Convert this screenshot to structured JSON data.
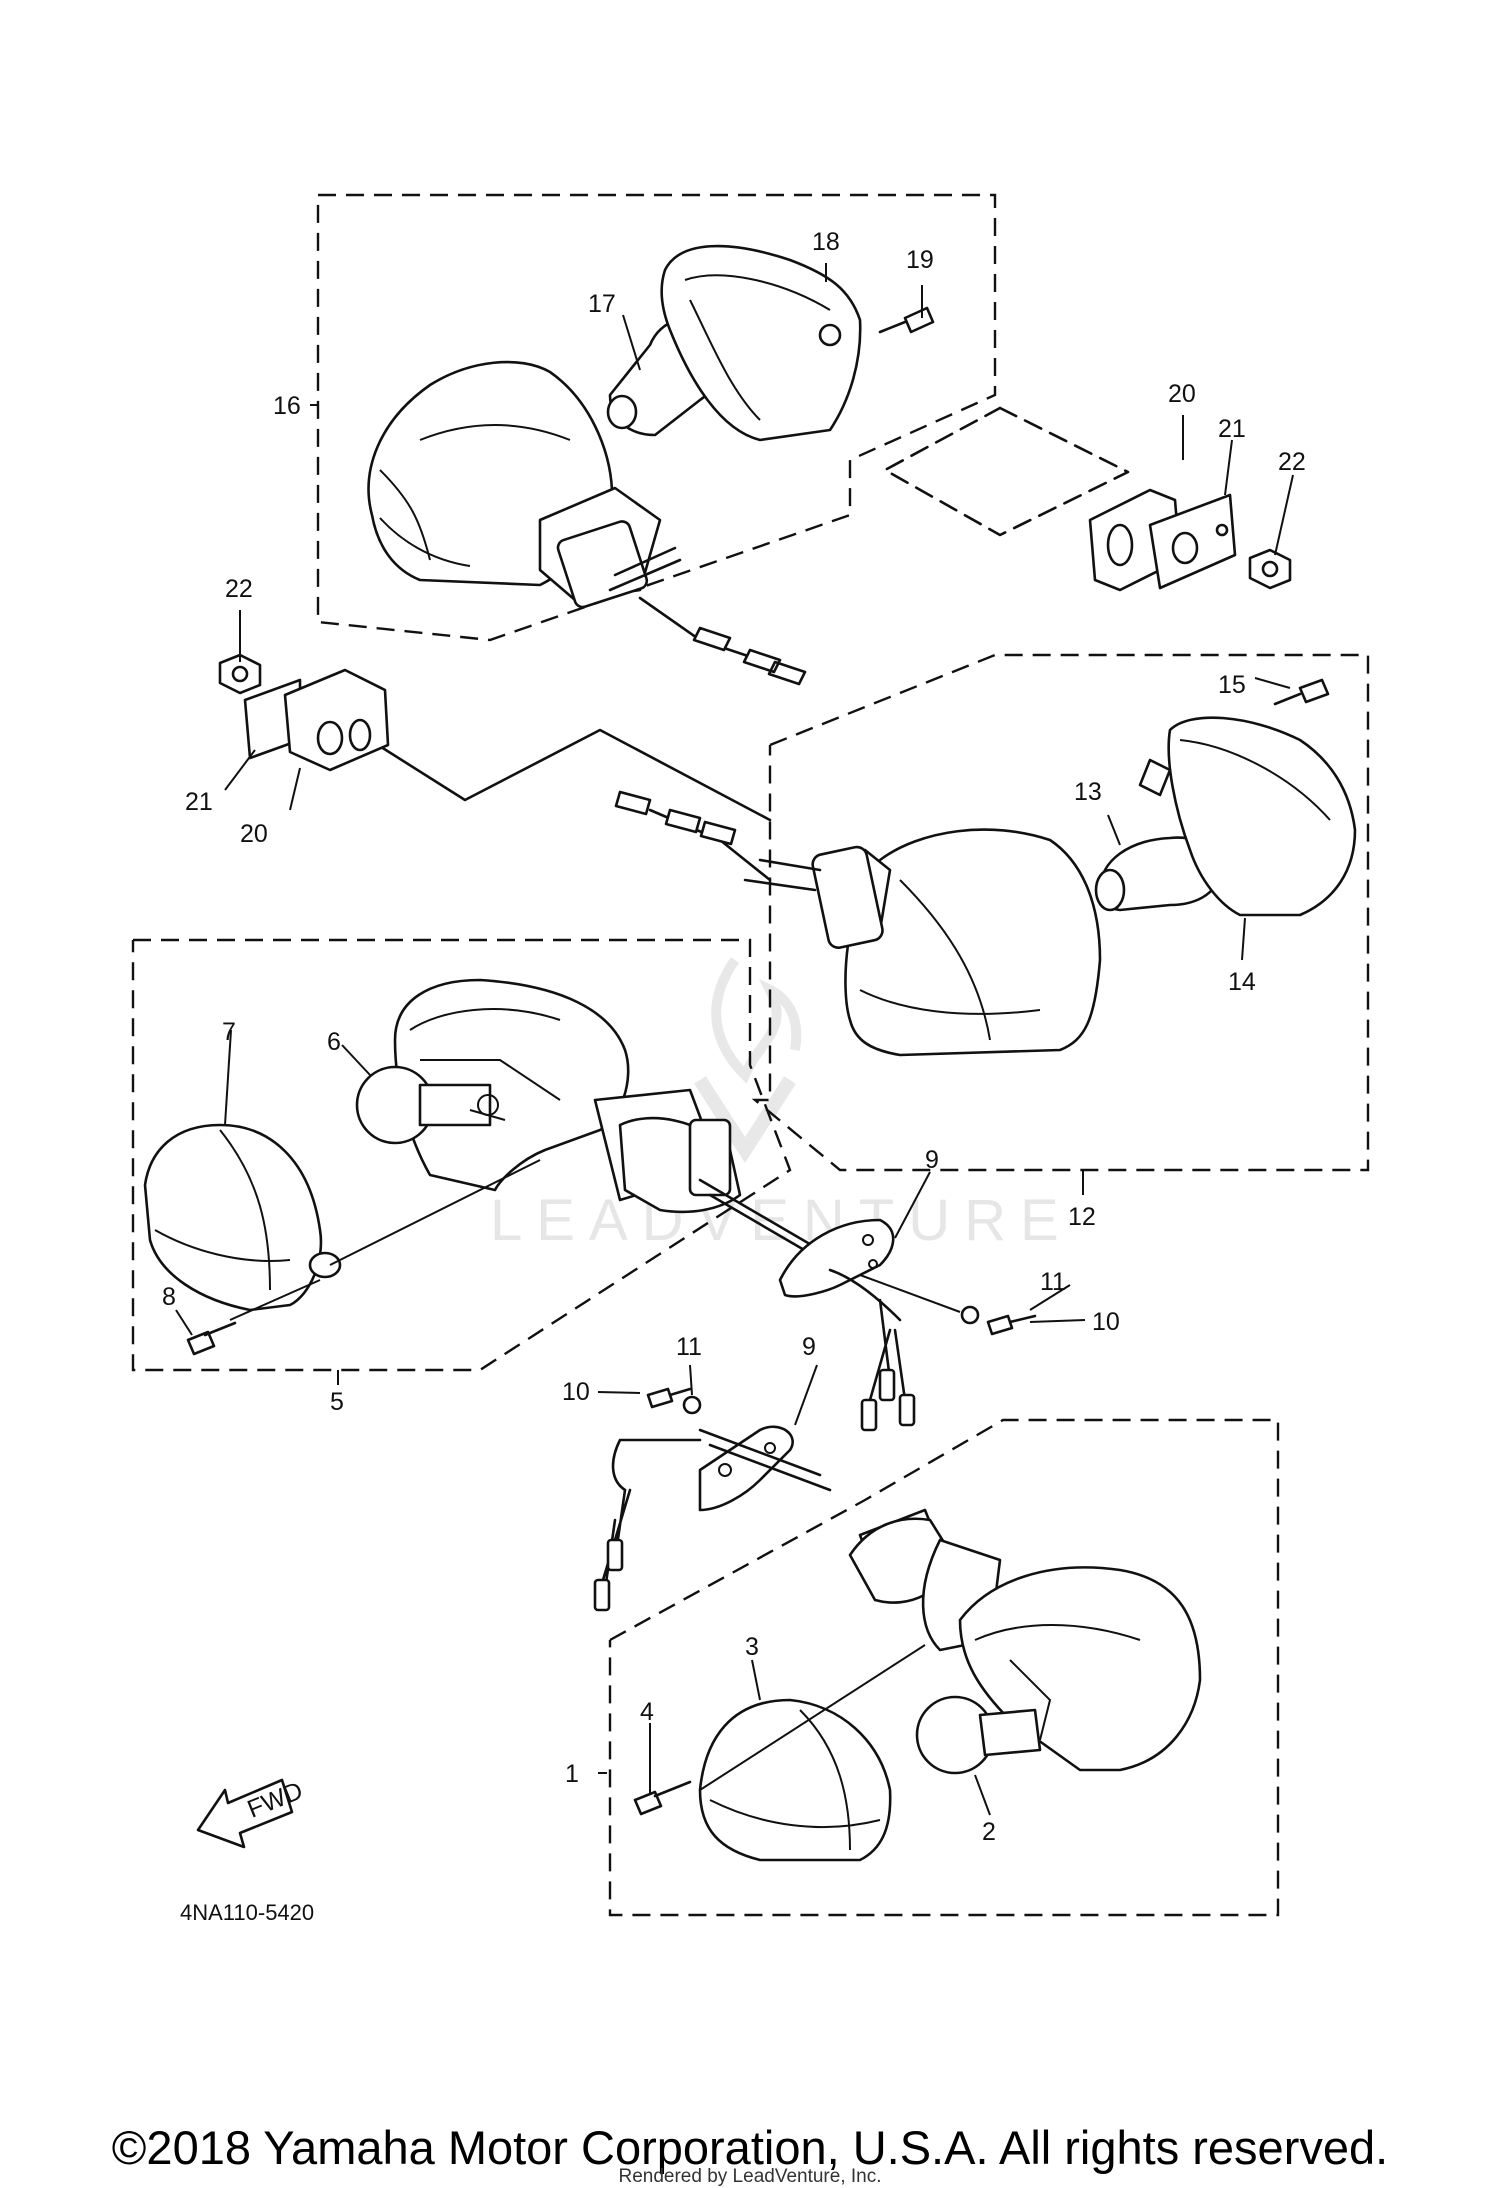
{
  "watermark": {
    "brand_text": "LEADVENTURE"
  },
  "callouts": [
    {
      "id": "c1",
      "label": "1"
    },
    {
      "id": "c2",
      "label": "2"
    },
    {
      "id": "c3",
      "label": "3"
    },
    {
      "id": "c4",
      "label": "4"
    },
    {
      "id": "c5",
      "label": "5"
    },
    {
      "id": "c6",
      "label": "6"
    },
    {
      "id": "c7",
      "label": "7"
    },
    {
      "id": "c8",
      "label": "8"
    },
    {
      "id": "c9a",
      "label": "9"
    },
    {
      "id": "c9b",
      "label": "9"
    },
    {
      "id": "c10a",
      "label": "10"
    },
    {
      "id": "c10b",
      "label": "10"
    },
    {
      "id": "c11a",
      "label": "11"
    },
    {
      "id": "c11b",
      "label": "11"
    },
    {
      "id": "c12",
      "label": "12"
    },
    {
      "id": "c13",
      "label": "13"
    },
    {
      "id": "c14",
      "label": "14"
    },
    {
      "id": "c15",
      "label": "15"
    },
    {
      "id": "c16",
      "label": "16"
    },
    {
      "id": "c17",
      "label": "17"
    },
    {
      "id": "c18",
      "label": "18"
    },
    {
      "id": "c19",
      "label": "19"
    },
    {
      "id": "c20a",
      "label": "20"
    },
    {
      "id": "c20b",
      "label": "20"
    },
    {
      "id": "c21a",
      "label": "21"
    },
    {
      "id": "c21b",
      "label": "21"
    },
    {
      "id": "c22a",
      "label": "22"
    },
    {
      "id": "c22b",
      "label": "22"
    }
  ],
  "fwd_label": "FWD",
  "diagram_code": "4NA110-5420",
  "copyright": "©2018 Yamaha Motor Corporation, U.S.A. All rights reserved.",
  "rendered_by": "Rendered by LeadVenture, Inc."
}
